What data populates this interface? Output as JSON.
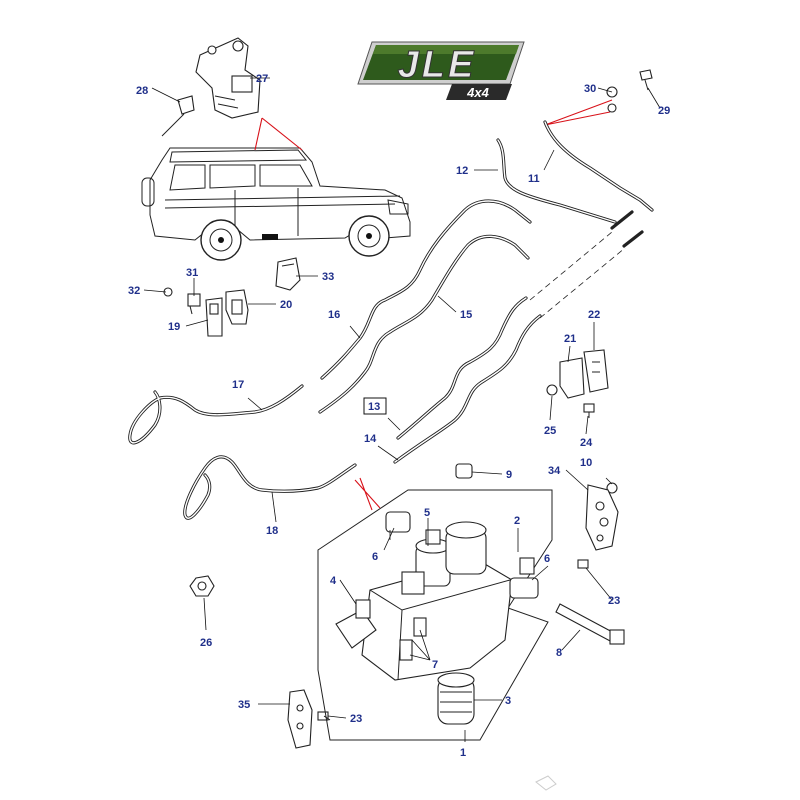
{
  "logo": {
    "brand": "JLE",
    "sub": "4x4",
    "colors": {
      "green": "#2e5a1c",
      "dark": "#2a2a2a",
      "silver": "#cfcfcf"
    }
  },
  "labels": [
    {
      "id": "1",
      "text": "1"
    },
    {
      "id": "2",
      "text": "2"
    },
    {
      "id": "3",
      "text": "3"
    },
    {
      "id": "4",
      "text": "4"
    },
    {
      "id": "5",
      "text": "5"
    },
    {
      "id": "6a",
      "text": "6"
    },
    {
      "id": "6b",
      "text": "6"
    },
    {
      "id": "7",
      "text": "7"
    },
    {
      "id": "8",
      "text": "8"
    },
    {
      "id": "9",
      "text": "9"
    },
    {
      "id": "10",
      "text": "10"
    },
    {
      "id": "11",
      "text": "11"
    },
    {
      "id": "12",
      "text": "12"
    },
    {
      "id": "13",
      "text": "13"
    },
    {
      "id": "14",
      "text": "14"
    },
    {
      "id": "15",
      "text": "15"
    },
    {
      "id": "16",
      "text": "16"
    },
    {
      "id": "17",
      "text": "17"
    },
    {
      "id": "18",
      "text": "18"
    },
    {
      "id": "19",
      "text": "19"
    },
    {
      "id": "20",
      "text": "20"
    },
    {
      "id": "21",
      "text": "21"
    },
    {
      "id": "22",
      "text": "22"
    },
    {
      "id": "23a",
      "text": "23"
    },
    {
      "id": "23b",
      "text": "23"
    },
    {
      "id": "24",
      "text": "24"
    },
    {
      "id": "25",
      "text": "25"
    },
    {
      "id": "26",
      "text": "26"
    },
    {
      "id": "27",
      "text": "27"
    },
    {
      "id": "28",
      "text": "28"
    },
    {
      "id": "29",
      "text": "29"
    },
    {
      "id": "30",
      "text": "30"
    },
    {
      "id": "31",
      "text": "31"
    },
    {
      "id": "32",
      "text": "32"
    },
    {
      "id": "33",
      "text": "33"
    },
    {
      "id": "34",
      "text": "34"
    },
    {
      "id": "35",
      "text": "35"
    }
  ],
  "colors": {
    "label": "#1f2f8a",
    "leader_red": "#d8121a",
    "line": "#222222"
  }
}
